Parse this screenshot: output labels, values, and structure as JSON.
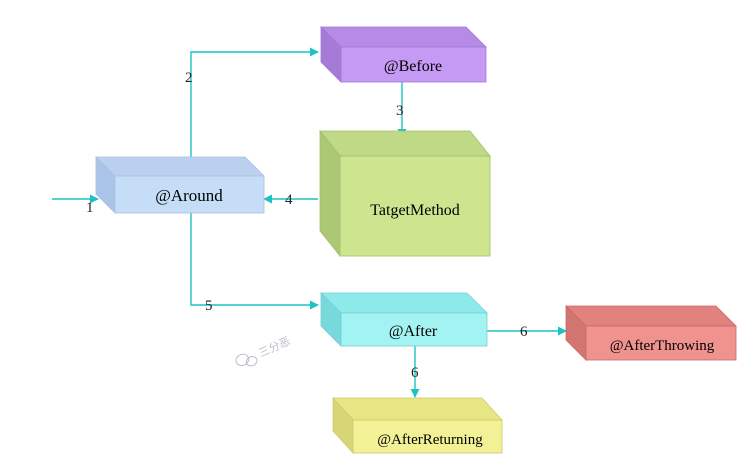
{
  "nodes": {
    "around": {
      "label": "@Around",
      "front": "#c5ddf6",
      "top": "#b9d1ee",
      "side": "#a9c4e6"
    },
    "before": {
      "label": "@Before",
      "front": "#c49af4",
      "top": "#b68ae6",
      "side": "#a77ad8"
    },
    "target": {
      "label": "TatgetMethod",
      "front": "#cce58e",
      "top": "#bfd986",
      "side": "#acc874"
    },
    "after": {
      "label": "@After",
      "front": "#a4f3f3",
      "top": "#8ee9eb",
      "side": "#78d9dc"
    },
    "after_throwing": {
      "label": "@AfterThrowing",
      "front": "#f0938e",
      "top": "#e2827f",
      "side": "#d27470"
    },
    "after_returning": {
      "label": "@AfterReturning",
      "front": "#f3f196",
      "top": "#e8e585",
      "side": "#d8d576"
    }
  },
  "edges": {
    "e1": "1",
    "e2": "2",
    "e3": "3",
    "e4": "4",
    "e5": "5",
    "e6_throwing": "6",
    "e6_returning": "6"
  },
  "colors": {
    "arrow": "#1fc2c2"
  },
  "watermark": {
    "icon": "wechat-icon",
    "text": "三分恶"
  }
}
